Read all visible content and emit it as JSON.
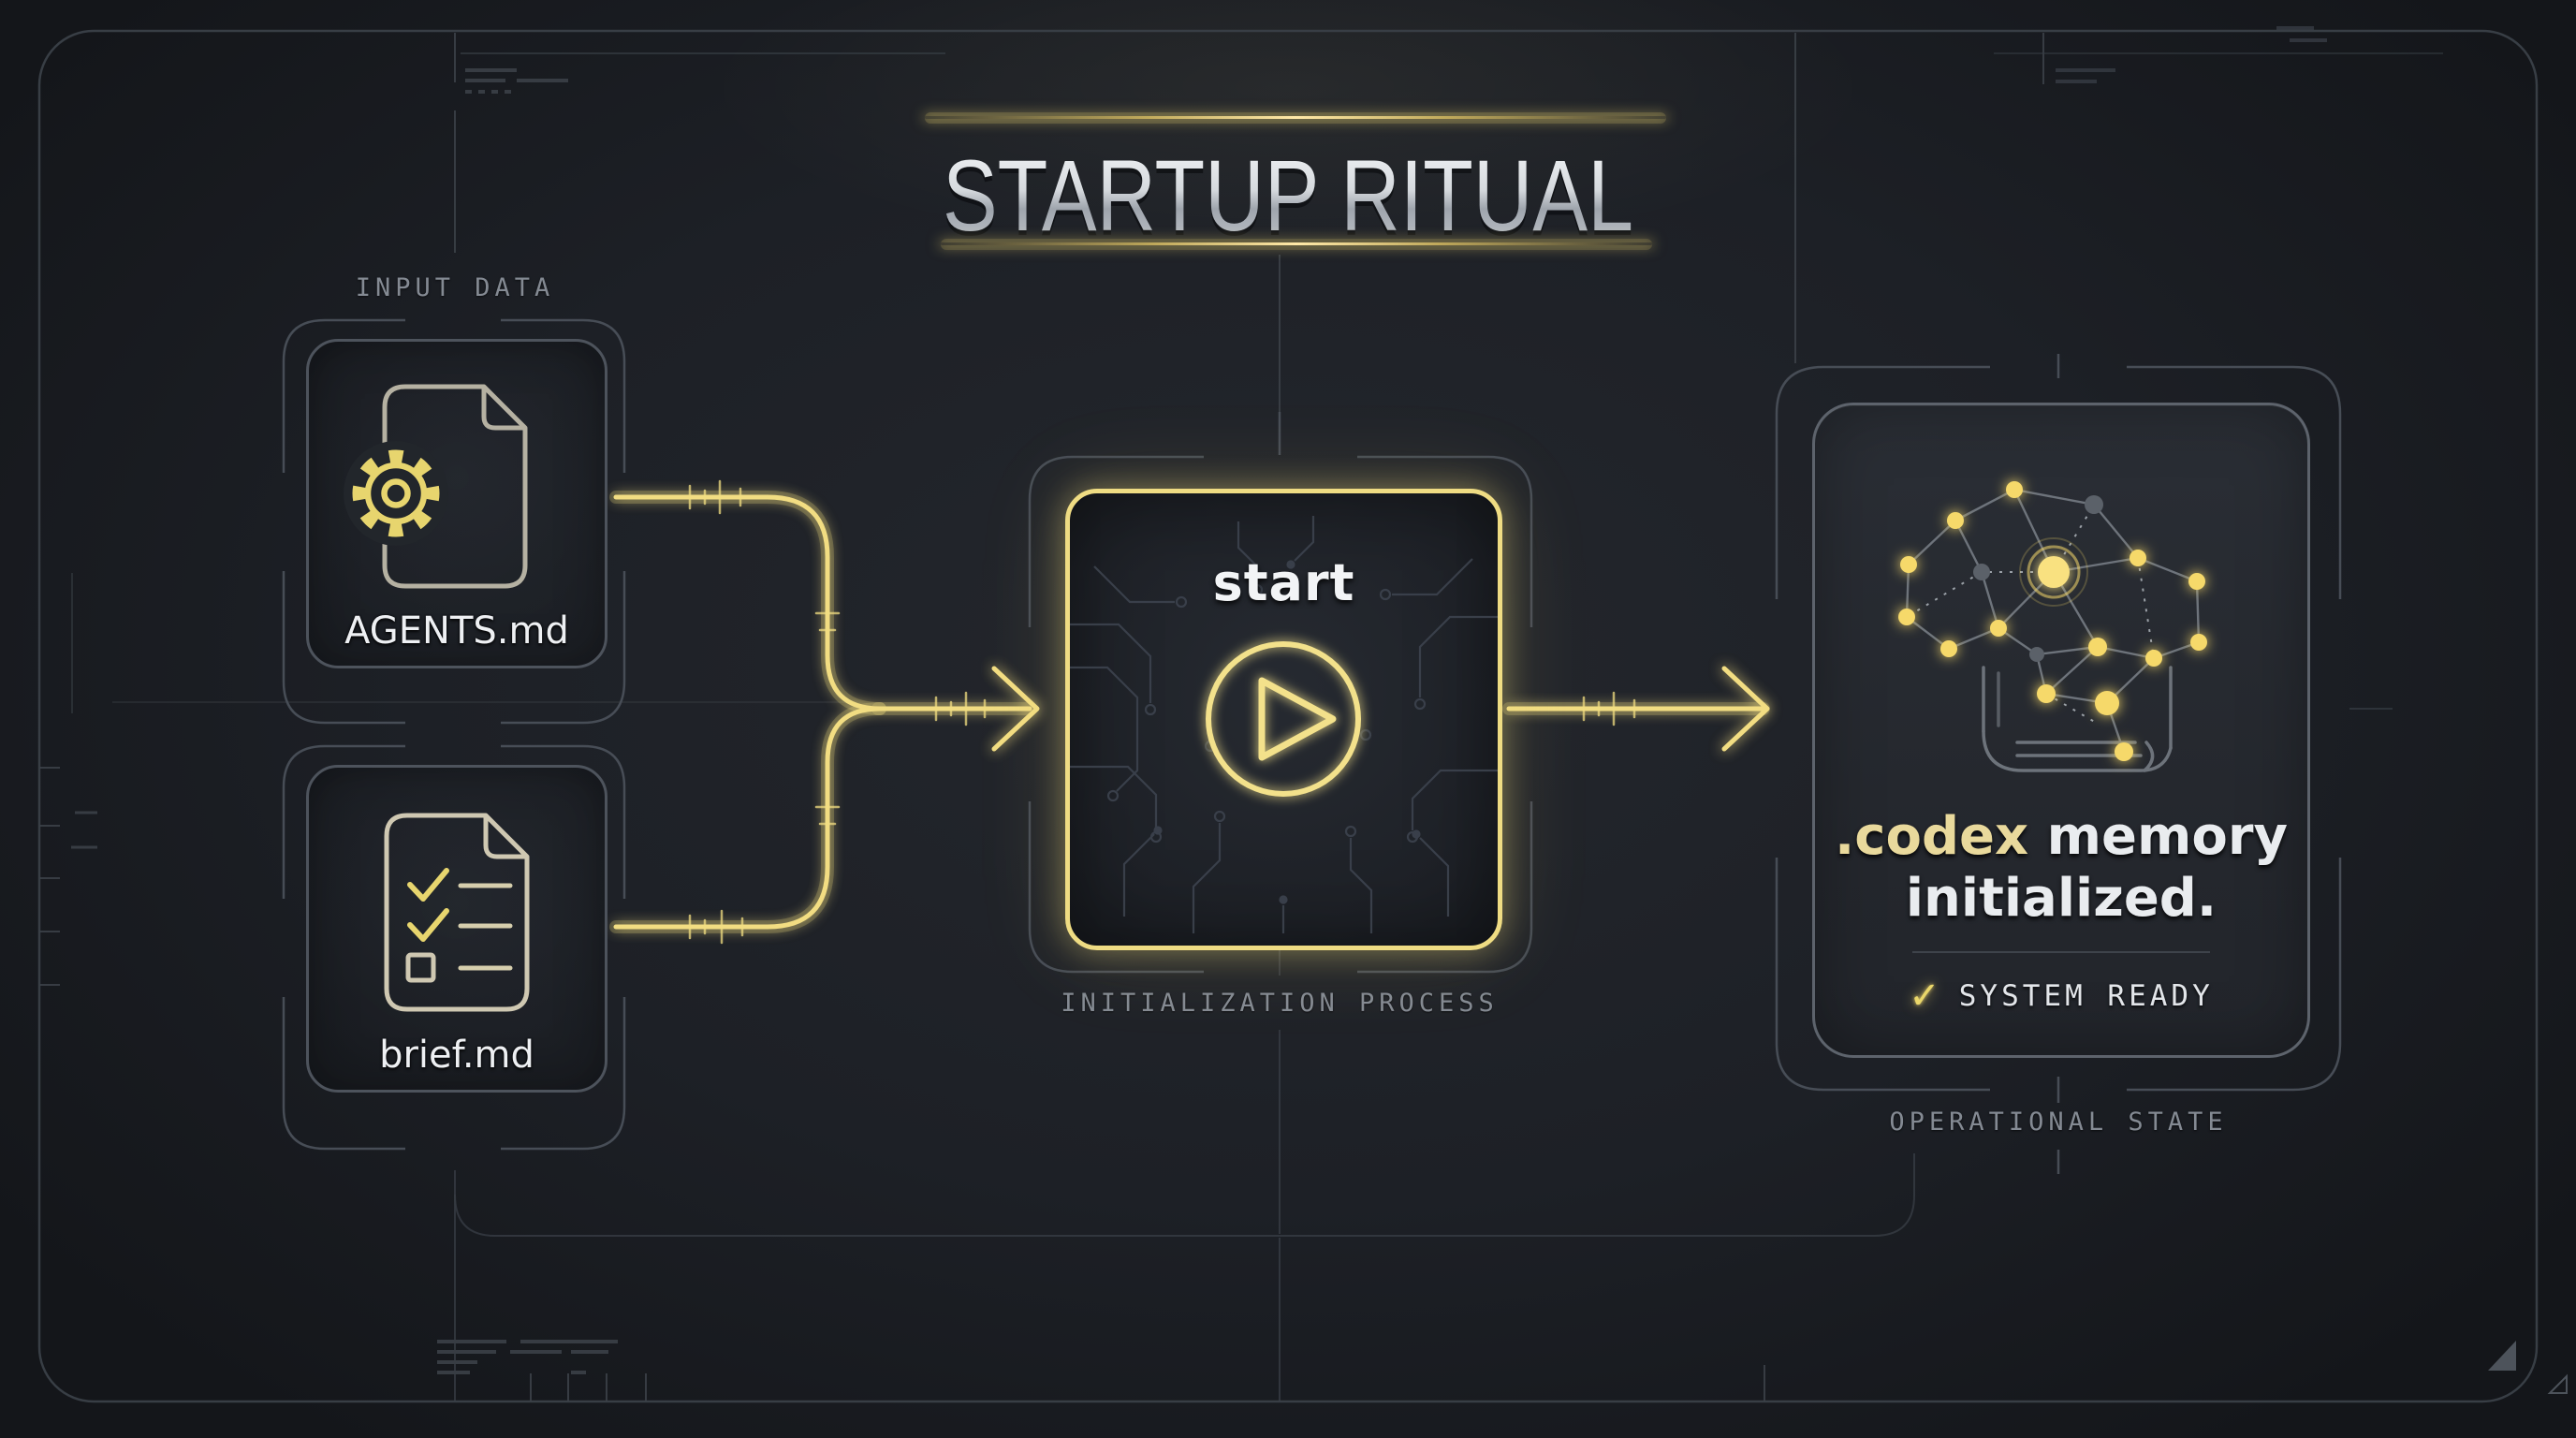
{
  "title": "STARTUP RITUAL",
  "input_section": {
    "label": "INPUT DATA",
    "files": [
      {
        "name": "AGENTS.md",
        "icon": "gear-document-icon"
      },
      {
        "name": "brief.md",
        "icon": "checklist-document-icon"
      }
    ]
  },
  "process_section": {
    "button_label": "start",
    "caption": "INITIALIZATION PROCESS",
    "icon": "play-icon"
  },
  "output_section": {
    "icon": "brain-book-icon",
    "result_accent": ".codex",
    "result_rest": " memory",
    "result_line2": "initialized.",
    "status_check": "✓",
    "status_text": "SYSTEM READY",
    "caption": "OPERATIONAL STATE"
  },
  "colors": {
    "background": "#1d2026",
    "accent_yellow": "#f2dd82",
    "accent_yellow_bright": "#ffeda0",
    "gold_text": "#e9d99c",
    "panel_border_gray": "#4d535c",
    "hud_line_gray": "#3b4148",
    "label_gray": "#848a93",
    "text_silver": "#e9ecef",
    "doc_cream": "#cfc8b2"
  }
}
